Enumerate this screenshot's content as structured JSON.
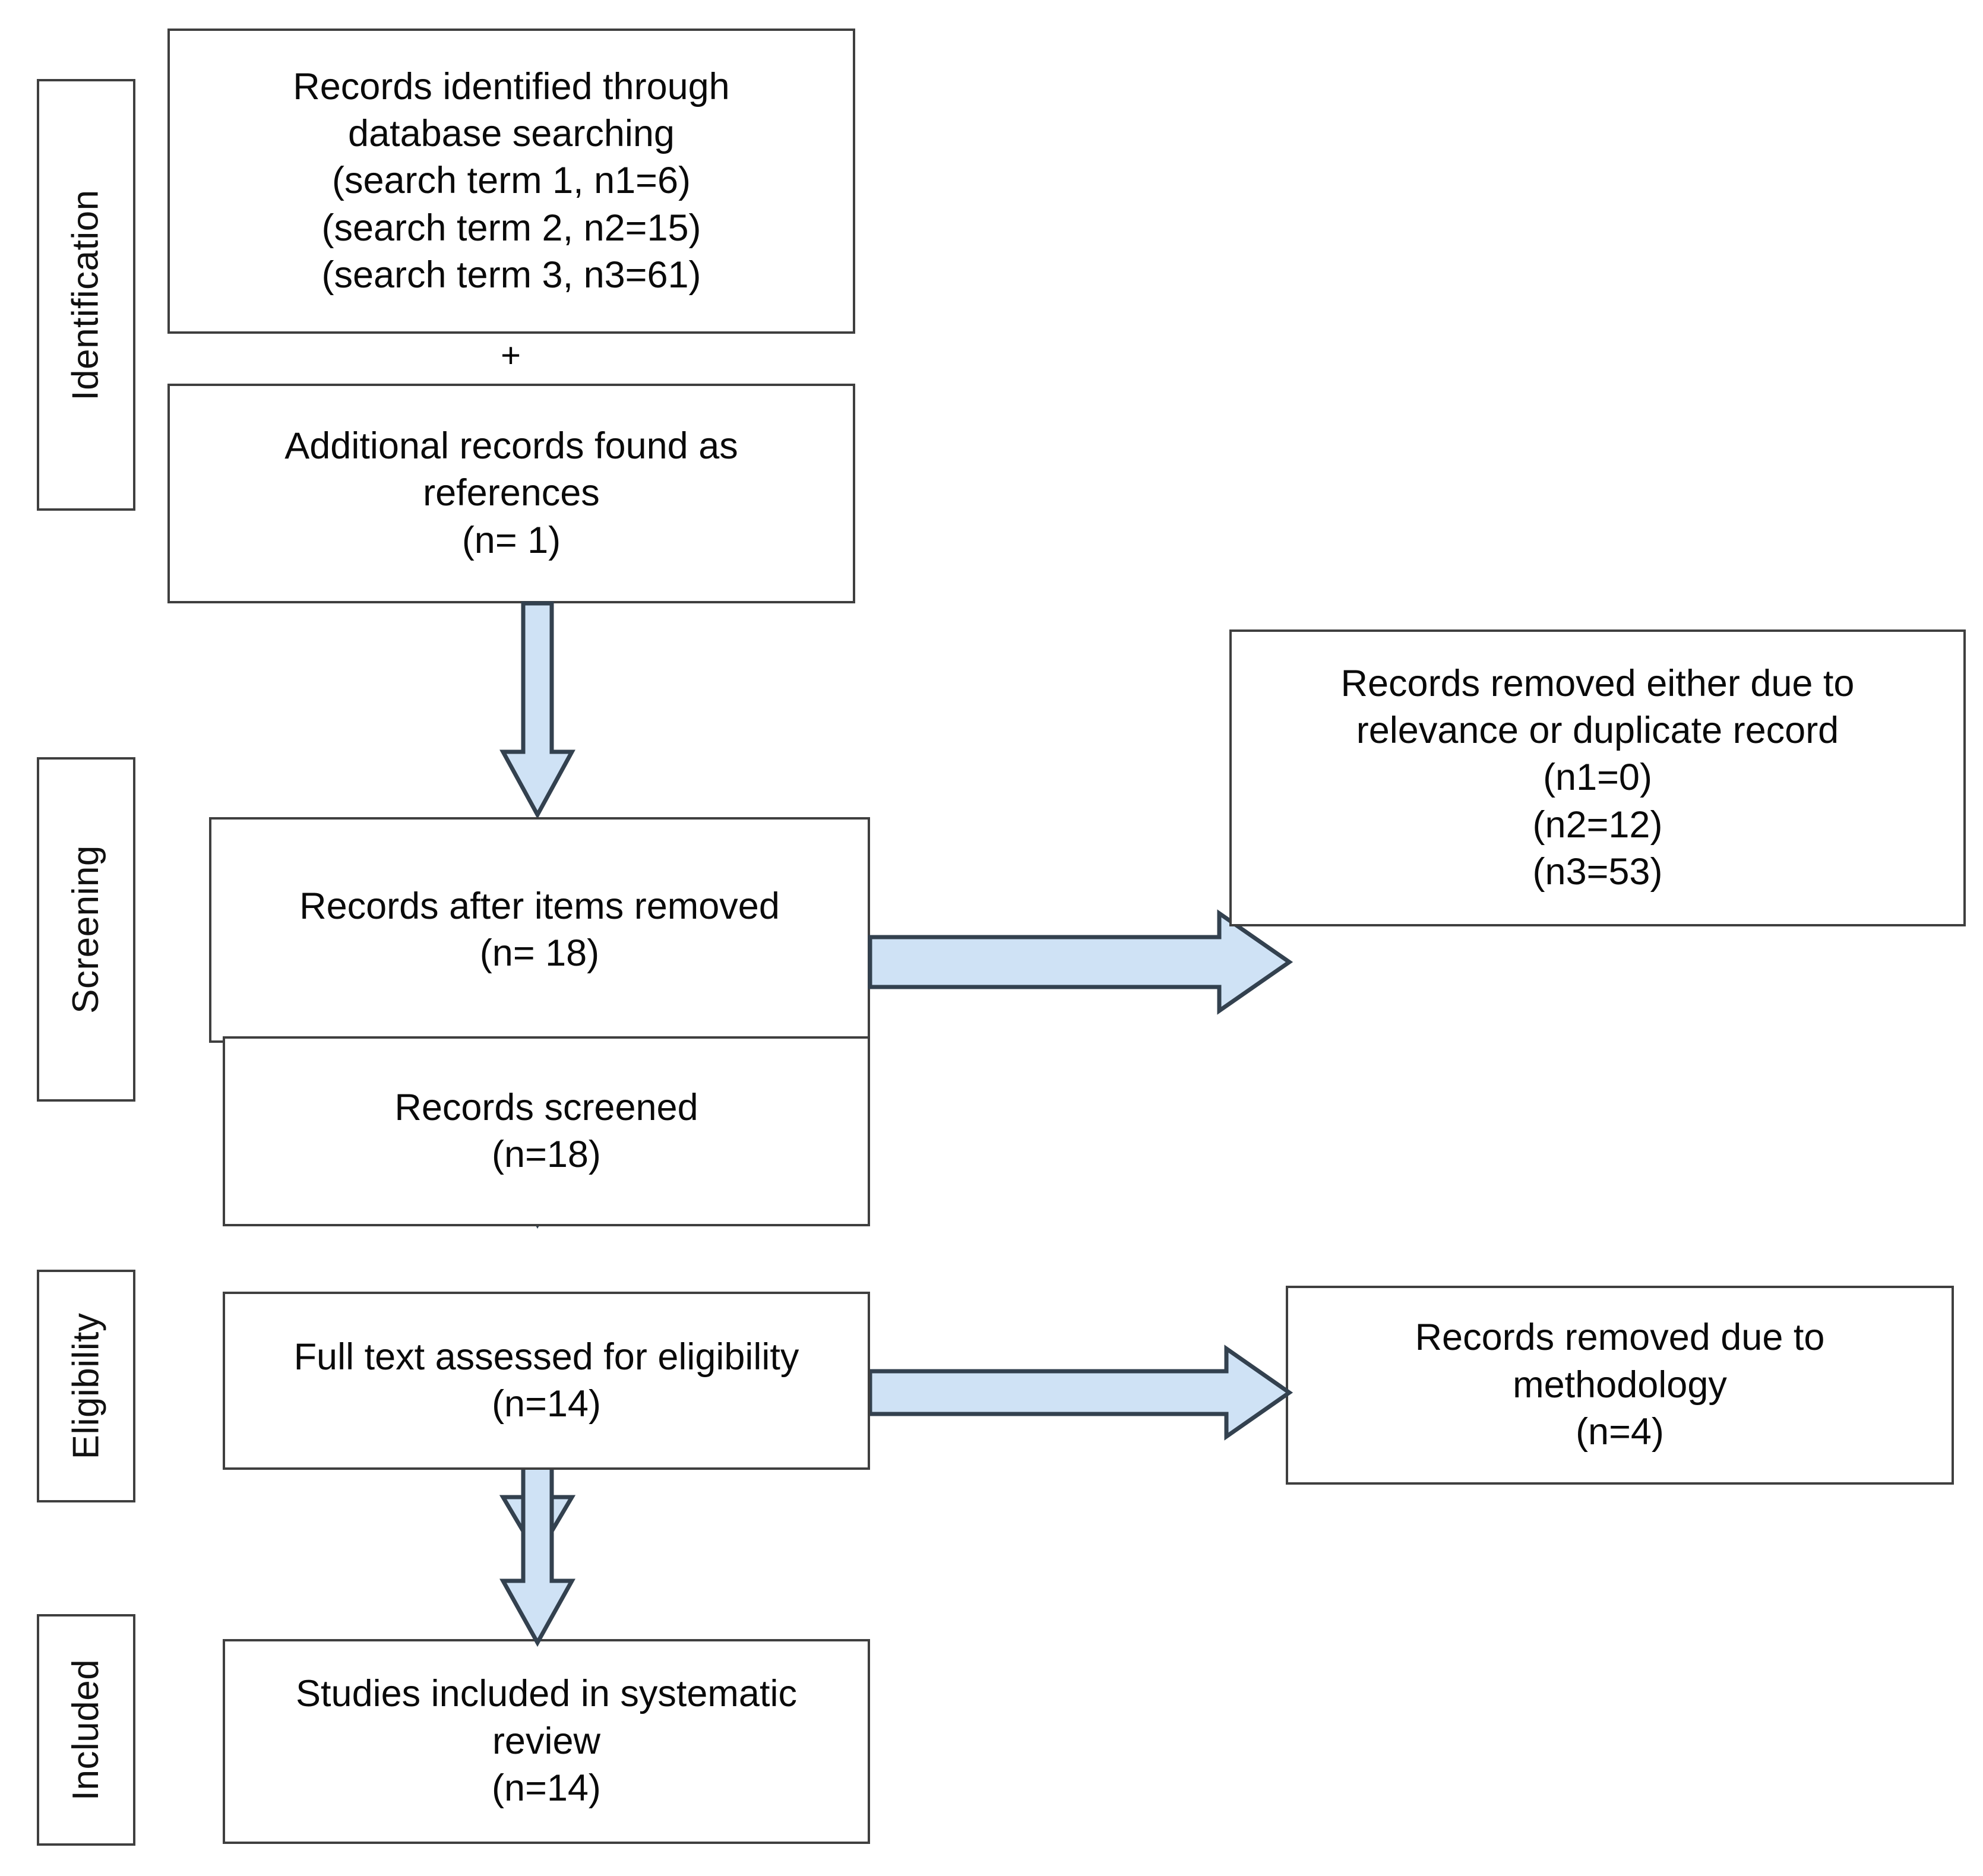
{
  "diagram": {
    "title": "PRISMA study selection flow diagram",
    "accent_fill": "#cfe2f5",
    "accent_stroke": "#33414f",
    "box_stroke": "#3f3f3f",
    "background": "#ffffff"
  },
  "stages": [
    {
      "id": "identification",
      "label": "Identification"
    },
    {
      "id": "screening",
      "label": "Screening"
    },
    {
      "id": "eligibility",
      "label": "Eligibility"
    },
    {
      "id": "included",
      "label": "Included"
    }
  ],
  "connector_symbol": "+",
  "boxes": {
    "records_identified": {
      "text": "Records identified through\ndatabase searching\n(search term 1, n1=6)\n(search term 2, n2=15)\n(search term 3, n3=61)"
    },
    "additional_records": {
      "text": "Additional records found as\nreferences\n(n= 1)"
    },
    "records_after_removal": {
      "text": "Records after items removed\n(n= 18)"
    },
    "records_removed_relevance": {
      "text": "Records removed either due to\nrelevance or duplicate record\n(n1=0)\n(n2=12)\n(n3=53)"
    },
    "records_screened": {
      "text": "Records screened\n(n=18)"
    },
    "full_text_assessed": {
      "text": "Full text assessed for eligibility\n(n=14)"
    },
    "records_removed_methodology": {
      "text": "Records removed due to\nmethodology\n(n=4)"
    },
    "studies_included": {
      "text": "Studies included in systematic\nreview\n(n=14)"
    }
  },
  "counts": {
    "search_term_1": 6,
    "search_term_2": 15,
    "search_term_3": 61,
    "additional_references": 1,
    "after_items_removed": 18,
    "removed_relevance_n1": 0,
    "removed_relevance_n2": 12,
    "removed_relevance_n3": 53,
    "screened": 18,
    "full_text_assessed": 14,
    "removed_methodology": 4,
    "included": 14
  }
}
